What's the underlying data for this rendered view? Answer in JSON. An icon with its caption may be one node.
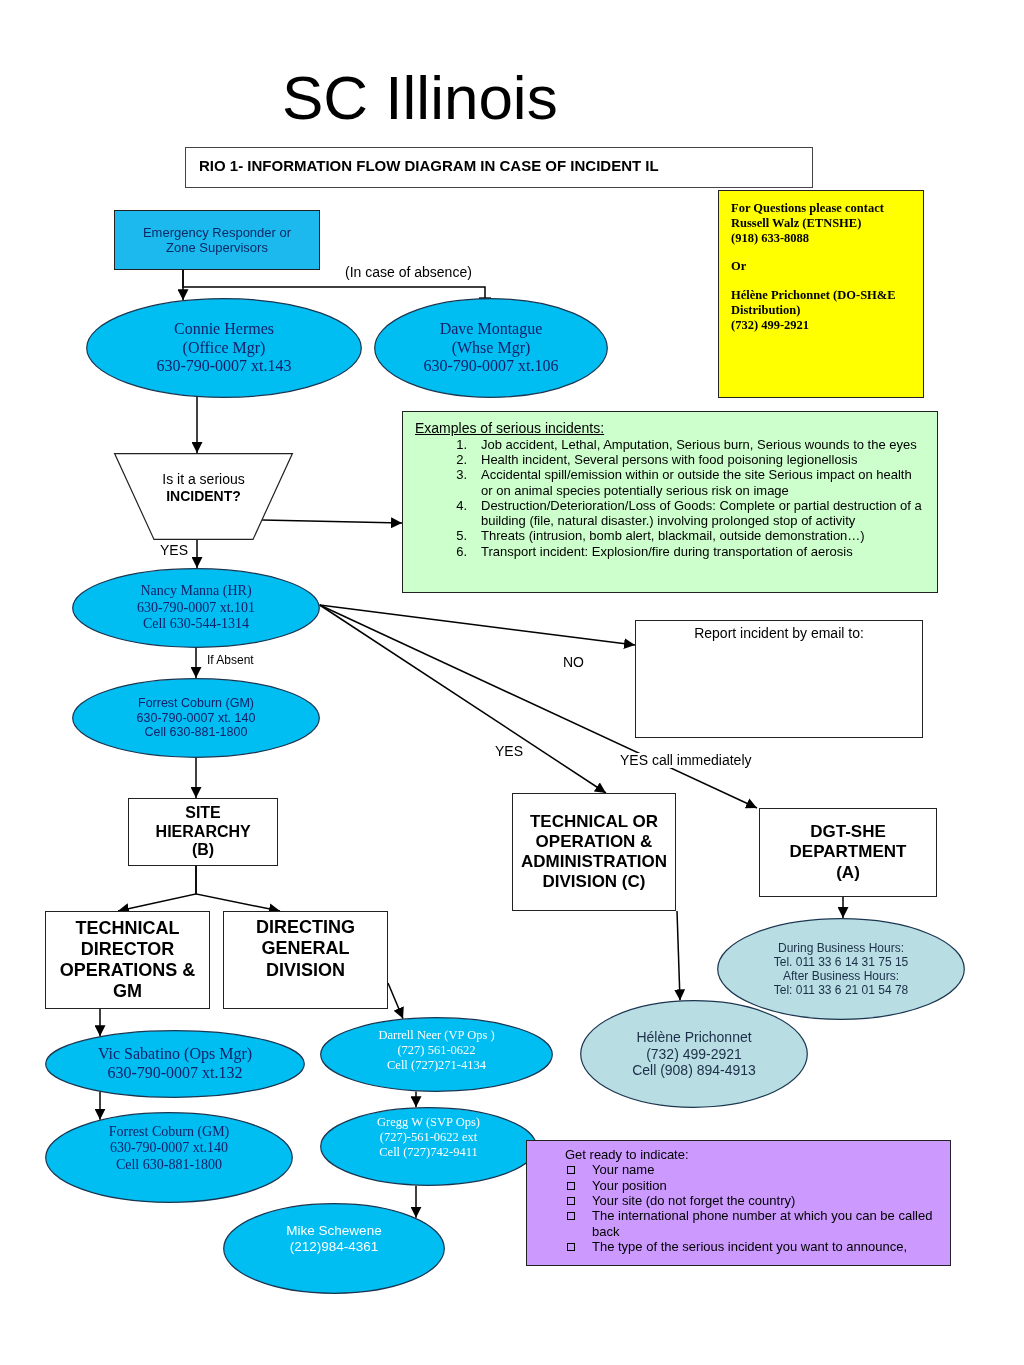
{
  "diagram": {
    "title": "SC Illinois",
    "nodes": [
      {
        "text": [
          "Emergency Responder or Zone Supervisors"
        ]
      },
      {
        "text": [
          "Connie Hermes",
          "(Office Mgr)",
          "630-790-0007 xt.143"
        ]
      },
      {
        "text": [
          "Dave Montague",
          "(Whse Mgr)",
          "630-790-0007 xt.106"
        ]
      },
      {
        "text": [
          "For Questions please contact",
          "Russell Walz (ETNSHE)",
          "(918) 633-8088",
          "Or",
          "Hélène Prichonnet (DO-SH&E Distribution)",
          "(732) 499-2921"
        ]
      },
      {
        "text": [
          "Is it a serious **INCIDENT?**"
        ]
      },
      {
        "text": [
          "Examples of serious incidents:",
          "1.",
          "Job accident, Lethal, Amputation, Serious burn, Serious wounds to the eyes",
          "2.",
          "Health incident, Several persons with food poisoning legionellosis",
          "3.",
          "Accidental spill/emission within or outside the site Serious impact on health or on animal species potentially serious risk on image",
          "4.",
          "Destruction/Deterioration/Loss of Goods: Complete or partial destruction of a building (file, natural disaster.) involving prolonged stop of activity",
          "5.",
          "Threats (intrusion, bomb alert, blackmail, outside demonstration…)",
          "6.",
          "Transport incident: Explosion/fire during transportation of aerosis"
        ]
      },
      {
        "text": [
          "Nancy Manna (HR)",
          "630-790-0007 xt.101",
          "Cell 630-544-1314"
        ]
      },
      {
        "text": [
          "Forrest Coburn (GM)",
          "630-790-0007 xt. 140",
          "Cell 630-881-1800"
        ]
      },
      {
        "text": [
          "Report incident by email to:"
        ]
      },
      {
        "text": [
          "SITE HIERARCHY (B)"
        ]
      },
      {
        "text": [
          "TECHNICAL OR OPERATION & ADMINISTRATION DIVISION (C)"
        ]
      },
      {
        "text": [
          "DGT-SHE DEPARTMENT (A)"
        ]
      },
      {
        "text": [
          "TECHNICAL DIRECTOR OPERATIONS & GM"
        ]
      },
      {
        "text": [
          "DIRECTING GENERAL DIVISION"
        ]
      },
      {
        "text": [
          "During Business Hours:",
          "Tel. 011 33 6 14 31 75 15",
          "After Business Hours:",
          "Tel: 011 33 6 21 01 54 78"
        ]
      },
      {
        "text": [
          "Vic Sabatino (Ops Mgr)",
          "630-790-0007 xt.132"
        ]
      },
      {
        "text": [
          "Darrell Neer (VP Ops )",
          "(727) 561-0622",
          "Cell (727)271-4134"
        ]
      },
      {
        "text": [
          "Hélène Prichonnet",
          "(732) 499-2921",
          "Cell (908) 894-4913"
        ]
      },
      {
        "text": [
          "Forrest Coburn (GM)",
          "630-790-0007 xt.140",
          "Cell 630-881-1800"
        ]
      },
      {
        "text": [
          "Gregg W (SVP Ops)",
          "(727)-561-0622 ext",
          "Cell (727)742-9411"
        ]
      },
      {
        "text": [
          "Mike Schewene",
          "(212)984-4361"
        ]
      },
      {
        "text": [
          "Get ready to indicate:",
          "Your name",
          "Your position",
          "Your site (do not forget the country)",
          "The international phone number at which you can be called back",
          "The type of the serious incident you want to announce,"
        ]
      }
    ],
    "edges": [
      {
        "from": 0,
        "to": 1,
        "arrow": "to"
      },
      {
        "from": 0,
        "to": 2,
        "arrow": "other",
        "label": "(In case of absence)"
      },
      {
        "from": 1,
        "to": 4,
        "arrow": "to"
      },
      {
        "from": 4,
        "to": 5,
        "arrow": "to"
      },
      {
        "from": 4,
        "to": 6,
        "arrow": "to",
        "label": "YES"
      },
      {
        "from": 6,
        "to": 7,
        "arrow": "to",
        "label": "If Absent"
      },
      {
        "from": 6,
        "to": 8,
        "arrow": "to",
        "label": "NO"
      },
      {
        "from": 6,
        "to": 10,
        "arrow": "to",
        "label": "YES"
      },
      {
        "from": 6,
        "to": 11,
        "arrow": "to",
        "label": "YES call immediately"
      },
      {
        "from": 7,
        "to": 9,
        "arrow": "to"
      },
      {
        "from": 9,
        "to": 12,
        "arrow": "to"
      },
      {
        "from": 9,
        "to": 13,
        "arrow": "to"
      },
      {
        "from": 11,
        "to": 14,
        "arrow": "to"
      },
      {
        "from": 10,
        "to": 17,
        "arrow": "to"
      },
      {
        "from": 12,
        "to": 15,
        "arrow": "to"
      },
      {
        "from": 15,
        "to": 18,
        "arrow": "to"
      },
      {
        "from": 13,
        "to": 16,
        "arrow": "to"
      },
      {
        "from": 16,
        "to": 19,
        "arrow": "to"
      },
      {
        "from": 19,
        "to": 20,
        "arrow": "to"
      }
    ],
    "labels": [
      "RIO 1- INFORMATION FLOW DIAGRAM IN CASE OF INCIDENT IL"
    ]
  }
}
